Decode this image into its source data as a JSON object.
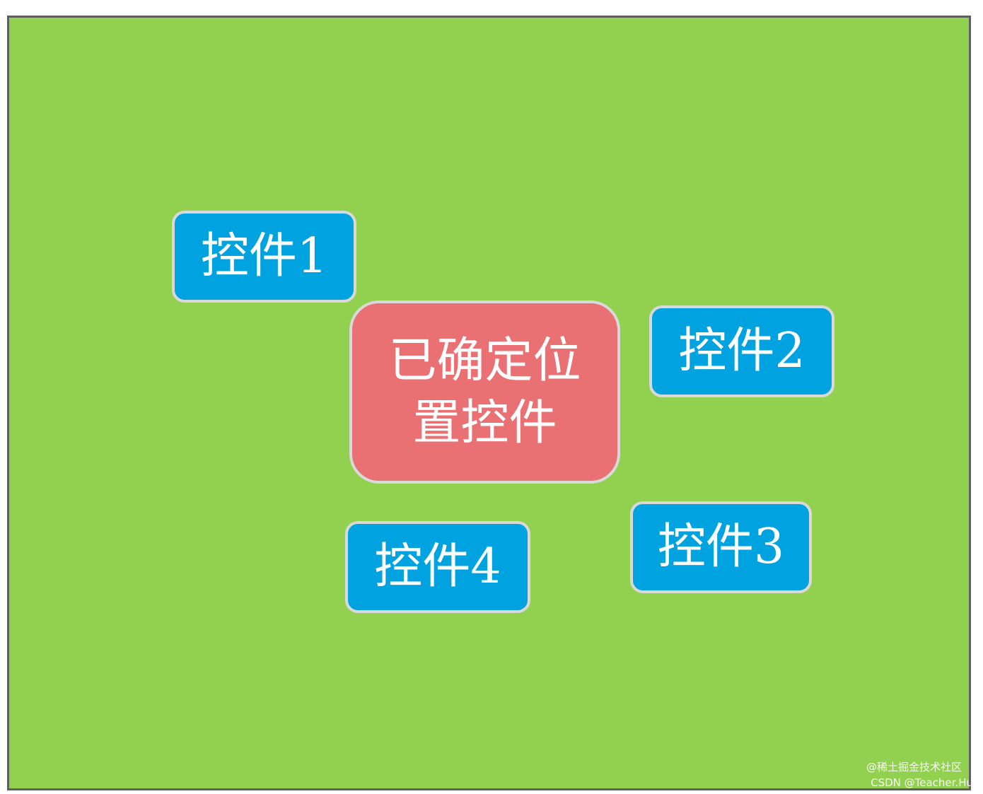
{
  "diagram": {
    "center_control": "已确定位置控件",
    "controls": [
      "控件1",
      "控件2",
      "控件3",
      "控件4"
    ]
  },
  "watermark": {
    "line1": "@稀土掘金技术社区",
    "line2": "CSDN @Teacher.Hu"
  },
  "colors": {
    "background": "#92d050",
    "control": "#00a2df",
    "center_control": "#e97073",
    "border": "#d9d9d9"
  }
}
